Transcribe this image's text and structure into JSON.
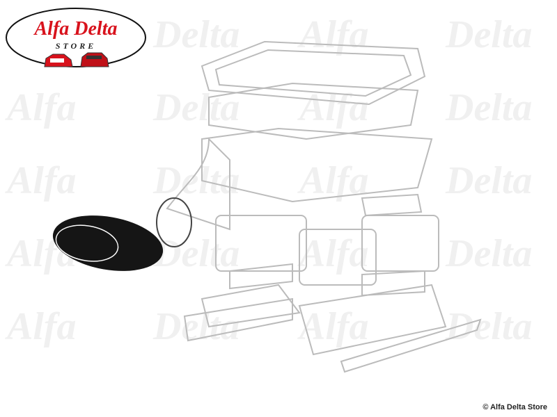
{
  "logo": {
    "brand": "Alfa Delta",
    "tagline": "STORE"
  },
  "watermark": "Alfa Delta",
  "copyright": "© Alfa Delta Store",
  "colors": {
    "brand_red": "#d8121c",
    "line": "#b8b8b8",
    "part": "#111111"
  }
}
